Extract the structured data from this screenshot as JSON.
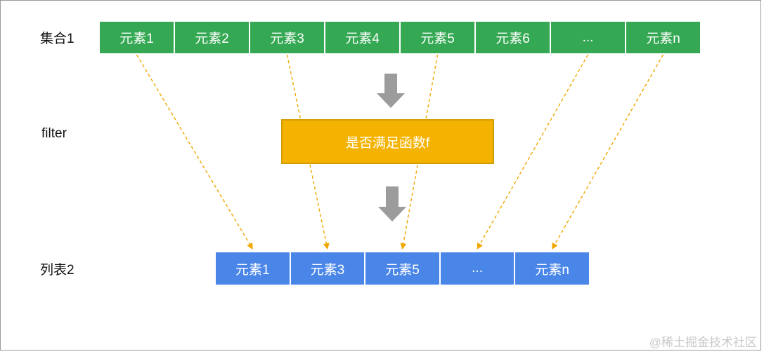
{
  "source": {
    "label": "集合1",
    "items": [
      "元素1",
      "元素2",
      "元素3",
      "元素4",
      "元素5",
      "元素6",
      "...",
      "元素n"
    ]
  },
  "filter": {
    "label": "filter",
    "box_text": "是否满足函数f"
  },
  "result": {
    "label": "列表2",
    "items": [
      "元素1",
      "元素3",
      "元素5",
      "...",
      "元素n"
    ]
  },
  "connections": [
    {
      "from": 0,
      "to": 0
    },
    {
      "from": 2,
      "to": 1
    },
    {
      "from": 4,
      "to": 2
    },
    {
      "from": 6,
      "to": 3
    },
    {
      "from": 7,
      "to": 4
    }
  ],
  "watermark": "@稀土掘金技术社区",
  "colors": {
    "source_fill": "#34A853",
    "result_fill": "#4A86E8",
    "filter_fill": "#F5B301",
    "filter_border": "#D29D01",
    "box_text": "#FFFFFF",
    "label_text": "#111111",
    "connector": "#F0A800",
    "arrow": "#9C9C9C",
    "watermark": "#C9C9C9",
    "canvas_border": "#999999"
  }
}
